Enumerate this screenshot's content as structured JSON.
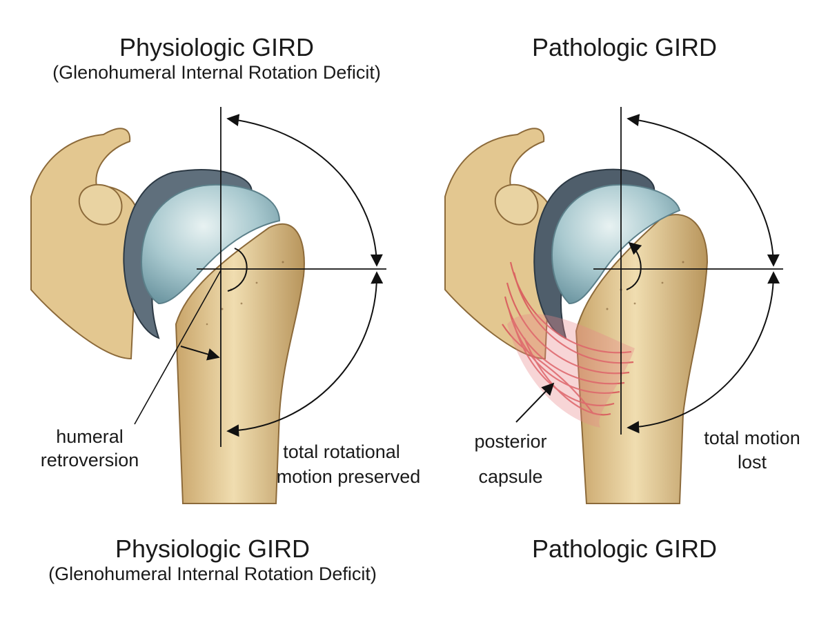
{
  "left_panel": {
    "title_top": "Physiologic GIRD",
    "subtitle_top": "(Glenohumeral Internal Rotation Deficit)",
    "label_retroversion": [
      "humeral",
      "retroversion"
    ],
    "label_motion": [
      "total rotational",
      "motion preserved"
    ],
    "title_bottom": "Physiologic GIRD",
    "subtitle_bottom": "(Glenohumeral Internal Rotation Deficit)"
  },
  "right_panel": {
    "title_top": "Pathologic GIRD",
    "label_capsule": [
      "posterior",
      "capsule"
    ],
    "label_motion": [
      "total motion",
      "lost"
    ],
    "title_bottom": "Pathologic GIRD"
  },
  "colors": {
    "bone": "#e6cf9d",
    "bone_shade": "#b8955c",
    "cartilage": "#a9c9cf",
    "glenoid": "#5f6f7c",
    "capsule": "#d9535a",
    "ink": "#111111"
  }
}
